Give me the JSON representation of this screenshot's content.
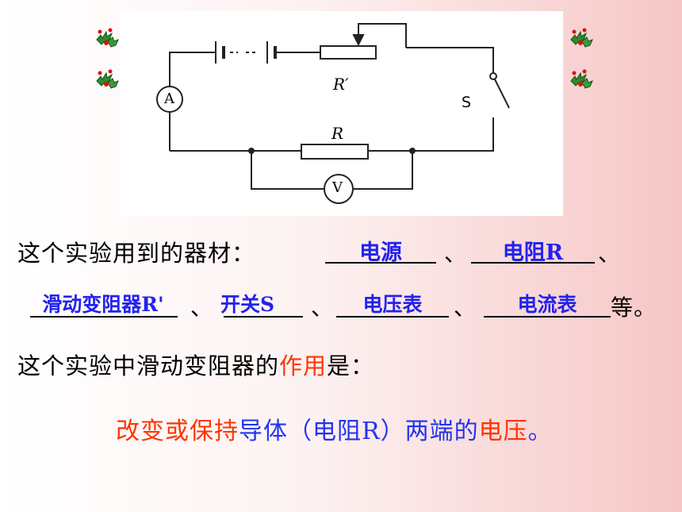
{
  "circuit": {
    "ammeter_label": "A",
    "voltmeter_label": "V",
    "rheostat_label": "R′",
    "resistor_label": "R",
    "switch_label": "S"
  },
  "question1": {
    "prompt": "这个实验用到的器材：",
    "separator": "、",
    "ending": "等。",
    "answers": [
      "电源",
      "电阻R",
      "滑动变阻器R'",
      "开关S",
      "电压表",
      "电流表"
    ]
  },
  "question2": {
    "prompt_a": "这个实验中滑动变阻器的",
    "prompt_highlight": "作用",
    "prompt_b": "是："
  },
  "answer2": {
    "part1": "改变或保持",
    "part2": "导体（电阻R）两端的",
    "part3": "电压",
    "part4": "。"
  },
  "colors": {
    "answer_blue": "#2233ee",
    "highlight_red": "#ff3300",
    "holly_green": "#2e8b2e",
    "berry_red": "#dd1111"
  }
}
